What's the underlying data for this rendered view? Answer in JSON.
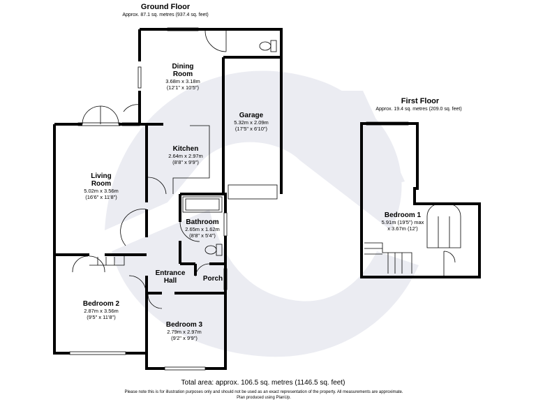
{
  "ground_floor": {
    "title": "Ground Floor",
    "area": "Approx. 87.1 sq. metres (937.4 sq. feet)",
    "rooms": [
      {
        "name": "Dining Room",
        "lines": [
          "Dining",
          "Room"
        ],
        "dims": "3.68m x 3.18m",
        "imperial": "(12'1\" x 10'5\")"
      },
      {
        "name": "Garage",
        "lines": [
          "Garage"
        ],
        "dims": "5.32m x 2.09m",
        "imperial": "(17'5\" x 6'10\")"
      },
      {
        "name": "Kitchen",
        "lines": [
          "Kitchen"
        ],
        "dims": "2.64m x 2.97m",
        "imperial": "(8'8\" x 9'9\")"
      },
      {
        "name": "Living Room",
        "lines": [
          "Living",
          "Room"
        ],
        "dims": "5.02m x 3.56m",
        "imperial": "(16'6\" x 11'8\")"
      },
      {
        "name": "Bathroom",
        "lines": [
          "Bathroom"
        ],
        "dims": "2.65m x 1.62m",
        "imperial": "(8'8\" x 5'4\")"
      },
      {
        "name": "Entrance Hall",
        "lines": [
          "Entrance",
          "Hall"
        ],
        "dims": "",
        "imperial": ""
      },
      {
        "name": "Porch",
        "lines": [
          "Porch"
        ],
        "dims": "",
        "imperial": ""
      },
      {
        "name": "Bedroom 2",
        "lines": [
          "Bedroom 2"
        ],
        "dims": "2.87m x 3.56m",
        "imperial": "(9'5\" x 11'8\")"
      },
      {
        "name": "Bedroom 3",
        "lines": [
          "Bedroom 3"
        ],
        "dims": "2.79m x 2.97m",
        "imperial": "(9'2\" x 9'9\")"
      }
    ]
  },
  "first_floor": {
    "title": "First Floor",
    "area": "Approx. 19.4 sq. metres (209.0 sq. feet)",
    "rooms": [
      {
        "name": "Bedroom 1",
        "lines": [
          "Bedroom 1"
        ],
        "dims": "5.91m (19'5\") max",
        "imperial": "x 3.67m (12')"
      }
    ]
  },
  "total_area": "Total area: approx. 106.5 sq. metres (1146.5 sq. feet)",
  "disclaimer": "Please note this is for illustration purposes only and should not be used as an exact representation of the property. All measurements are approximate.",
  "credit": "Plan produced using PlanUp."
}
